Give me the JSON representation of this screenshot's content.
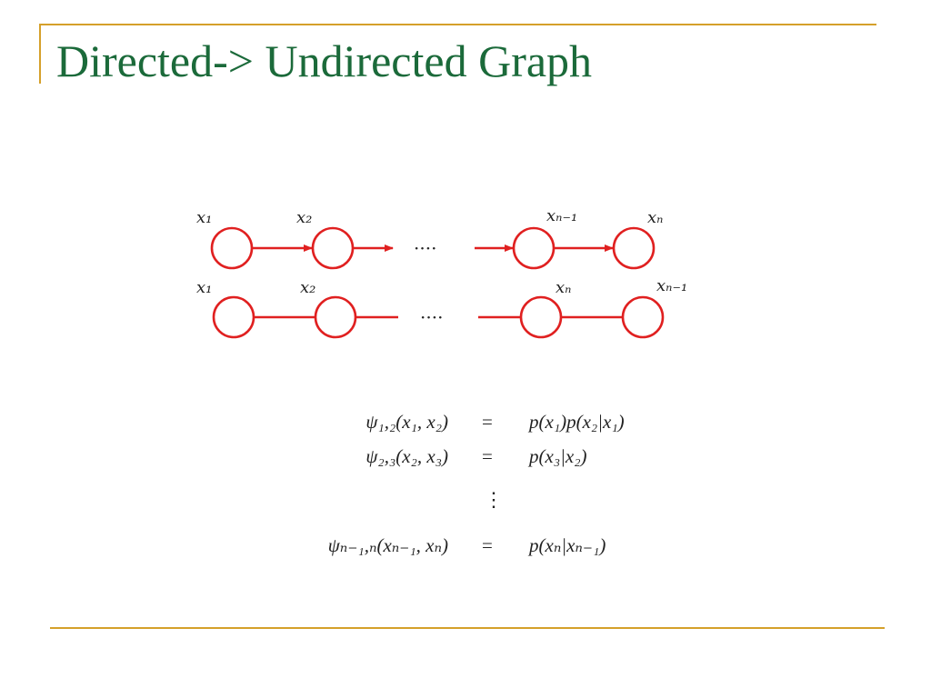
{
  "slide": {
    "title": "Directed-> Undirected Graph"
  },
  "diagram": {
    "directed_row": {
      "labels": [
        "x₁",
        "x₂",
        "xₙ₋₁",
        "xₙ"
      ],
      "ellipsis": "····"
    },
    "undirected_row": {
      "labels": [
        "x₁",
        "x₂",
        "xₙ",
        "xₙ₋₁"
      ],
      "ellipsis": "····"
    },
    "colors": {
      "node": "#e02020",
      "edge": "#e02020",
      "label": "#222222"
    }
  },
  "equations": {
    "rows": [
      {
        "lhs": "ψ₁,₂(x₁, x₂)",
        "sign": "=",
        "rhs": "p(x₁)p(x₂|x₁)"
      },
      {
        "lhs": "ψ₂,₃(x₂, x₃)",
        "sign": "=",
        "rhs": "p(x₃|x₂)"
      },
      {
        "lhs": "ψₙ₋₁,ₙ(xₙ₋₁, xₙ)",
        "sign": "=",
        "rhs": "p(xₙ|xₙ₋₁)"
      }
    ],
    "vdots": "⋮"
  }
}
